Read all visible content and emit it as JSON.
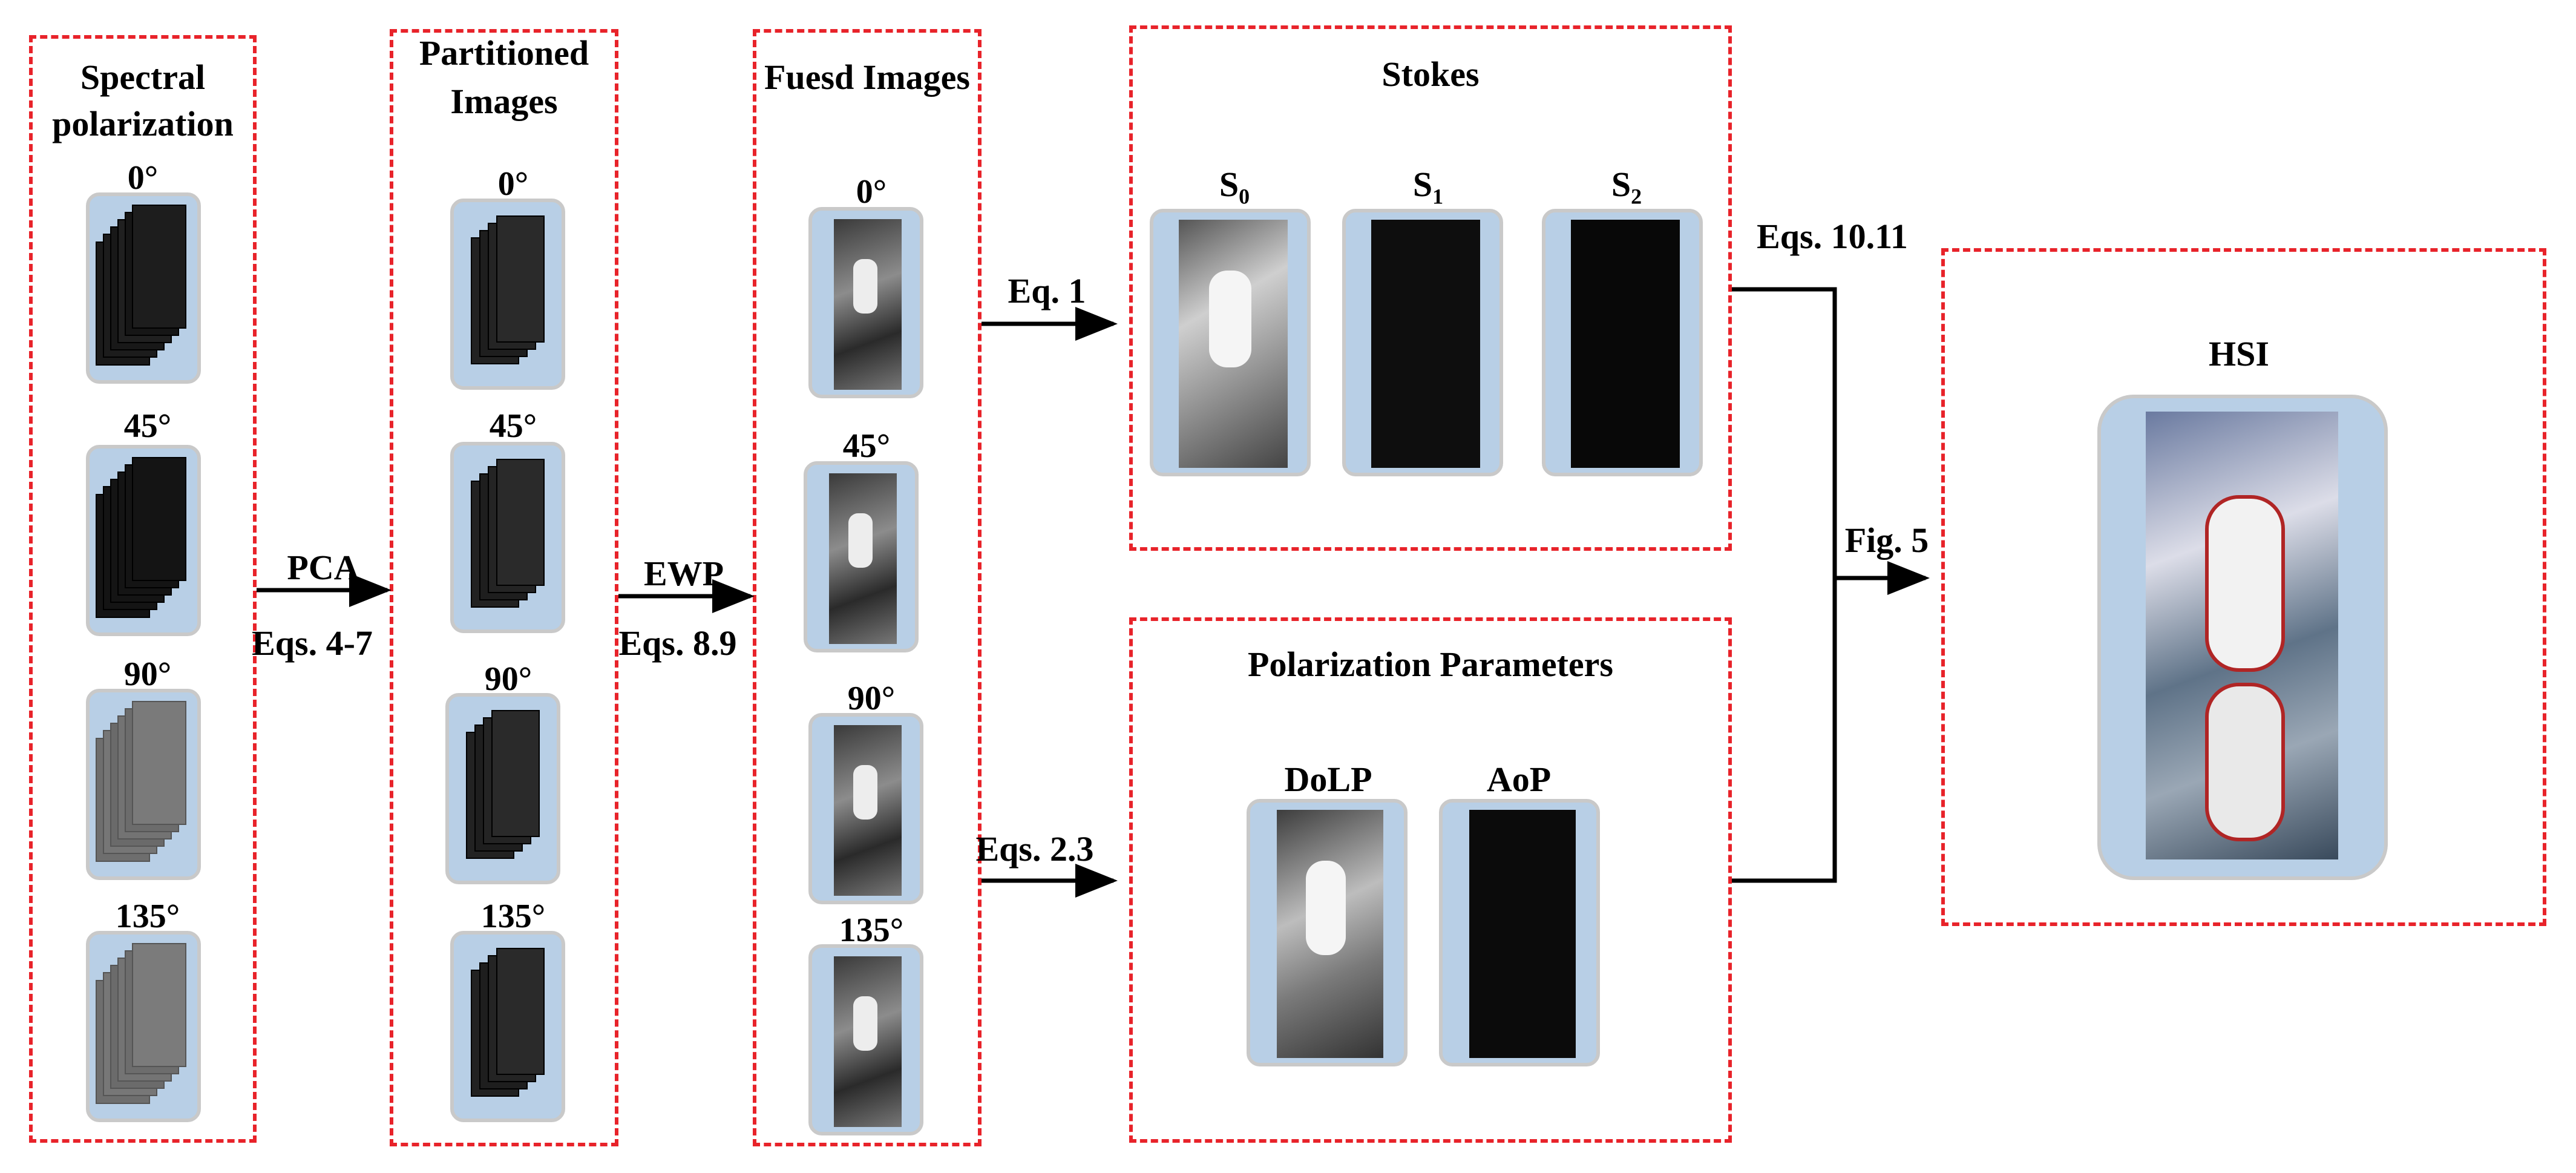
{
  "columns": {
    "spectral": {
      "title_line1": "Spectral",
      "title_line2": "polarization"
    },
    "partitioned": {
      "title_line1": "Partitioned",
      "title_line2": "Images"
    },
    "fused": {
      "title": "Fuesd Images"
    }
  },
  "angles": [
    "0°",
    "45°",
    "90°",
    "135°"
  ],
  "stokes": {
    "title": "Stokes",
    "s0": "S",
    "s0_sub": "0",
    "s1": "S",
    "s1_sub": "1",
    "s2": "S",
    "s2_sub": "2"
  },
  "polarization": {
    "title": "Polarization Parameters",
    "dolp": "DoLP",
    "aop": "AoP"
  },
  "hsi": {
    "title": "HSI"
  },
  "steps": {
    "pca": "PCA",
    "pca_eqs": "Eqs. 4-7",
    "ewp": "EWP",
    "ewp_eqs": "Eqs. 8.9",
    "eq1": "Eq. 1",
    "eqs23": "Eqs. 2.3",
    "eqs1011": "Eqs. 10.11",
    "fig5": "Fig. 5"
  },
  "colors": {
    "dashed_border": "#e8232a",
    "card_fill": "#b8cfe6",
    "card_border": "#c9c9c9",
    "arrow": "#000000"
  }
}
